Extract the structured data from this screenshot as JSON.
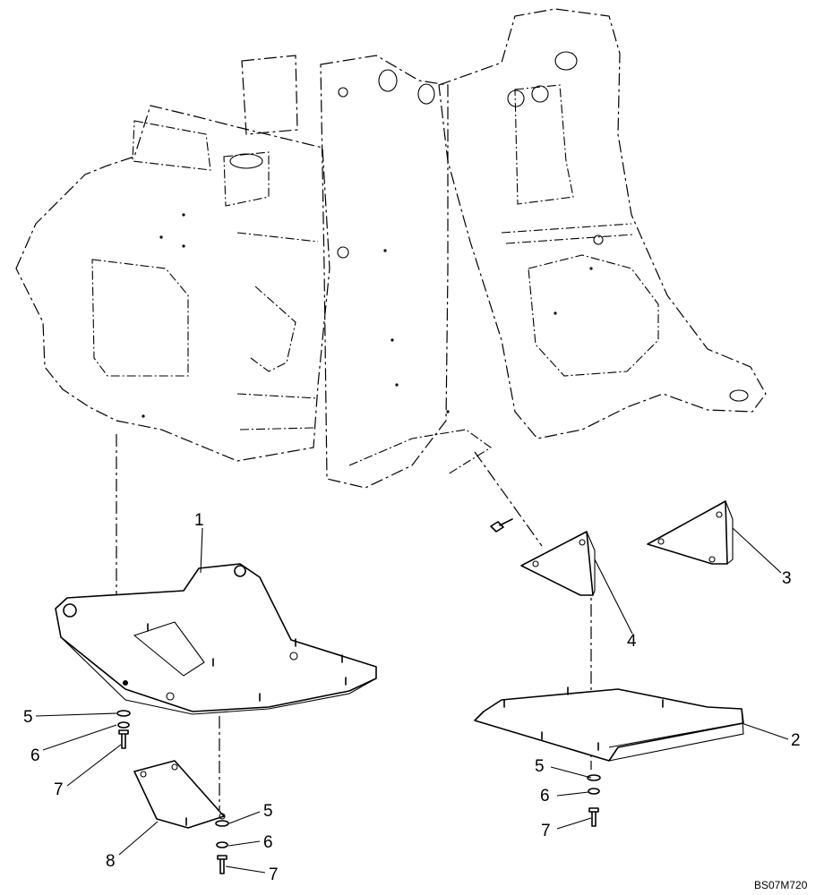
{
  "drawing_ref": "BS07M720",
  "callouts": {
    "c1": "1",
    "c2": "2",
    "c3": "3",
    "c4": "4",
    "c5a": "5",
    "c6a": "6",
    "c7a": "7",
    "c8": "8",
    "c5b": "5",
    "c6b": "6",
    "c7b": "7",
    "c5c": "5",
    "c6c": "6",
    "c7c": "7"
  }
}
